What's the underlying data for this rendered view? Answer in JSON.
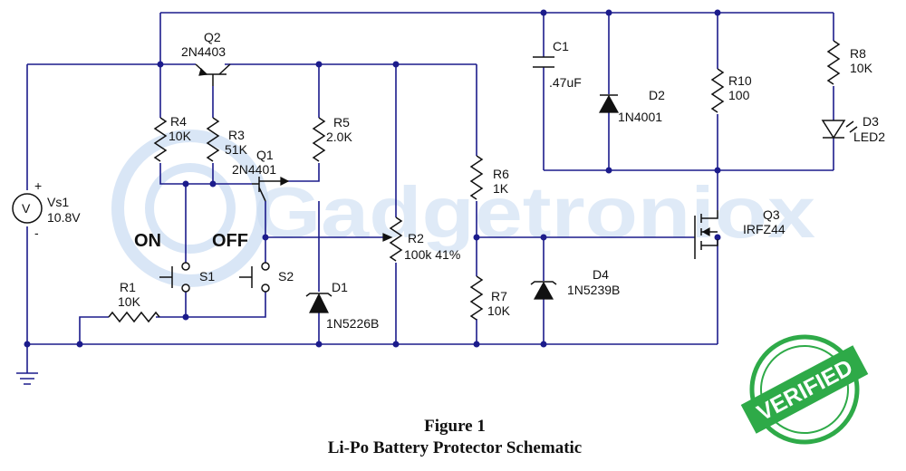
{
  "watermark": {
    "text": "Gadgetroniox"
  },
  "components": {
    "vs1": {
      "name": "Vs1",
      "value": "10.8V",
      "symbol": "V",
      "plus": "+",
      "minus": "-"
    },
    "q2": {
      "name": "Q2",
      "part": "2N4403"
    },
    "q1": {
      "name": "Q1",
      "part": "2N4401"
    },
    "q3": {
      "name": "Q3",
      "part": "IRFZ44"
    },
    "r1": {
      "name": "R1",
      "value": "10K"
    },
    "r2": {
      "name": "R2",
      "value": "100k 41%"
    },
    "r3": {
      "name": "R3",
      "value": "51K"
    },
    "r4": {
      "name": "R4",
      "value": "10K"
    },
    "r5": {
      "name": "R5",
      "value": "2.0K"
    },
    "r6": {
      "name": "R6",
      "value": "1K"
    },
    "r7": {
      "name": "R7",
      "value": "10K"
    },
    "r8": {
      "name": "R8",
      "value": "10K"
    },
    "r10": {
      "name": "R10",
      "value": "100"
    },
    "c1": {
      "name": "C1",
      "value": ".47uF"
    },
    "d1": {
      "name": "D1",
      "part": "1N5226B"
    },
    "d2": {
      "name": "D2",
      "part": "1N4001"
    },
    "d3": {
      "name": "D3",
      "part": "LED2"
    },
    "d4": {
      "name": "D4",
      "part": "1N5239B"
    },
    "s1": {
      "name": "S1"
    },
    "s2": {
      "name": "S2"
    }
  },
  "switch_labels": {
    "on": "ON",
    "off": "OFF"
  },
  "caption": {
    "title": "Figure 1",
    "subtitle": "Li-Po Battery Protector Schematic"
  },
  "badge": {
    "text": "VERIFIED",
    "color": "#2eaa48"
  },
  "colors": {
    "wire": "#1c1c8c",
    "component": "#111111",
    "watermark": "#c9dcf2"
  }
}
